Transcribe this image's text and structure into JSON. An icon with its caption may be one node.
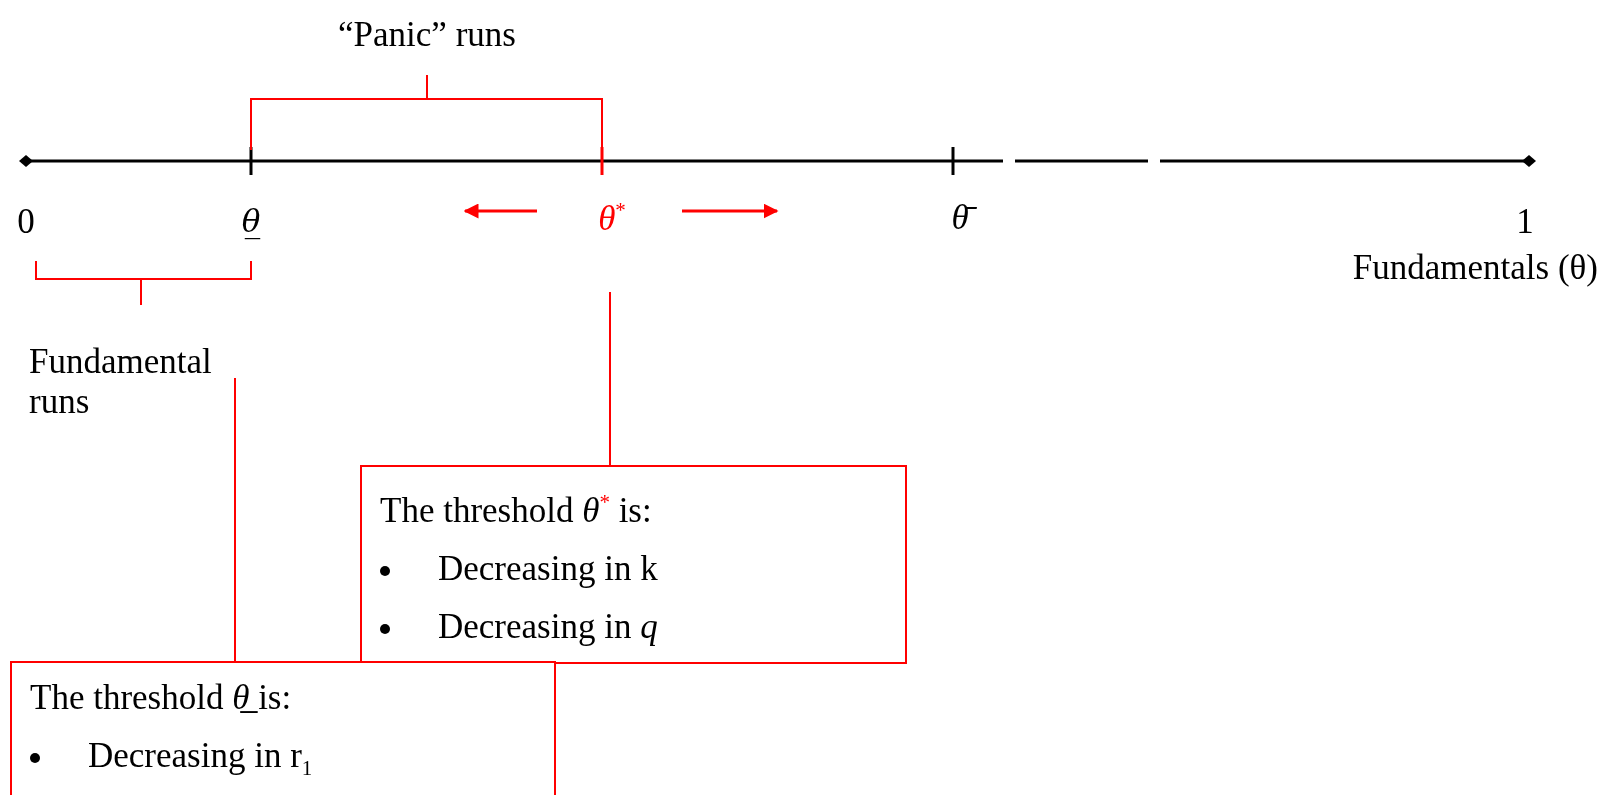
{
  "diagram": {
    "nodes": [
      {
        "text": [
          "The threshold *θ*$^{*}$ is:",
          "Decreasing in k",
          "Decreasing in *q*"
        ]
      },
      {
        "text": [
          "The threshold *θ̲* is:",
          "Decreasing in r$_{1}$"
        ]
      }
    ],
    "edges": [
      {
        "from": null,
        "to": 0,
        "arrow": "none"
      },
      {
        "from": null,
        "to": 1,
        "arrow": "none"
      }
    ],
    "labels": [
      "“Panic” runs",
      "0",
      "*θ̲*",
      "*θ*$^{*}$",
      "*θ̄*",
      "1",
      "Fundamentals (θ)",
      "Fundamental runs"
    ]
  }
}
